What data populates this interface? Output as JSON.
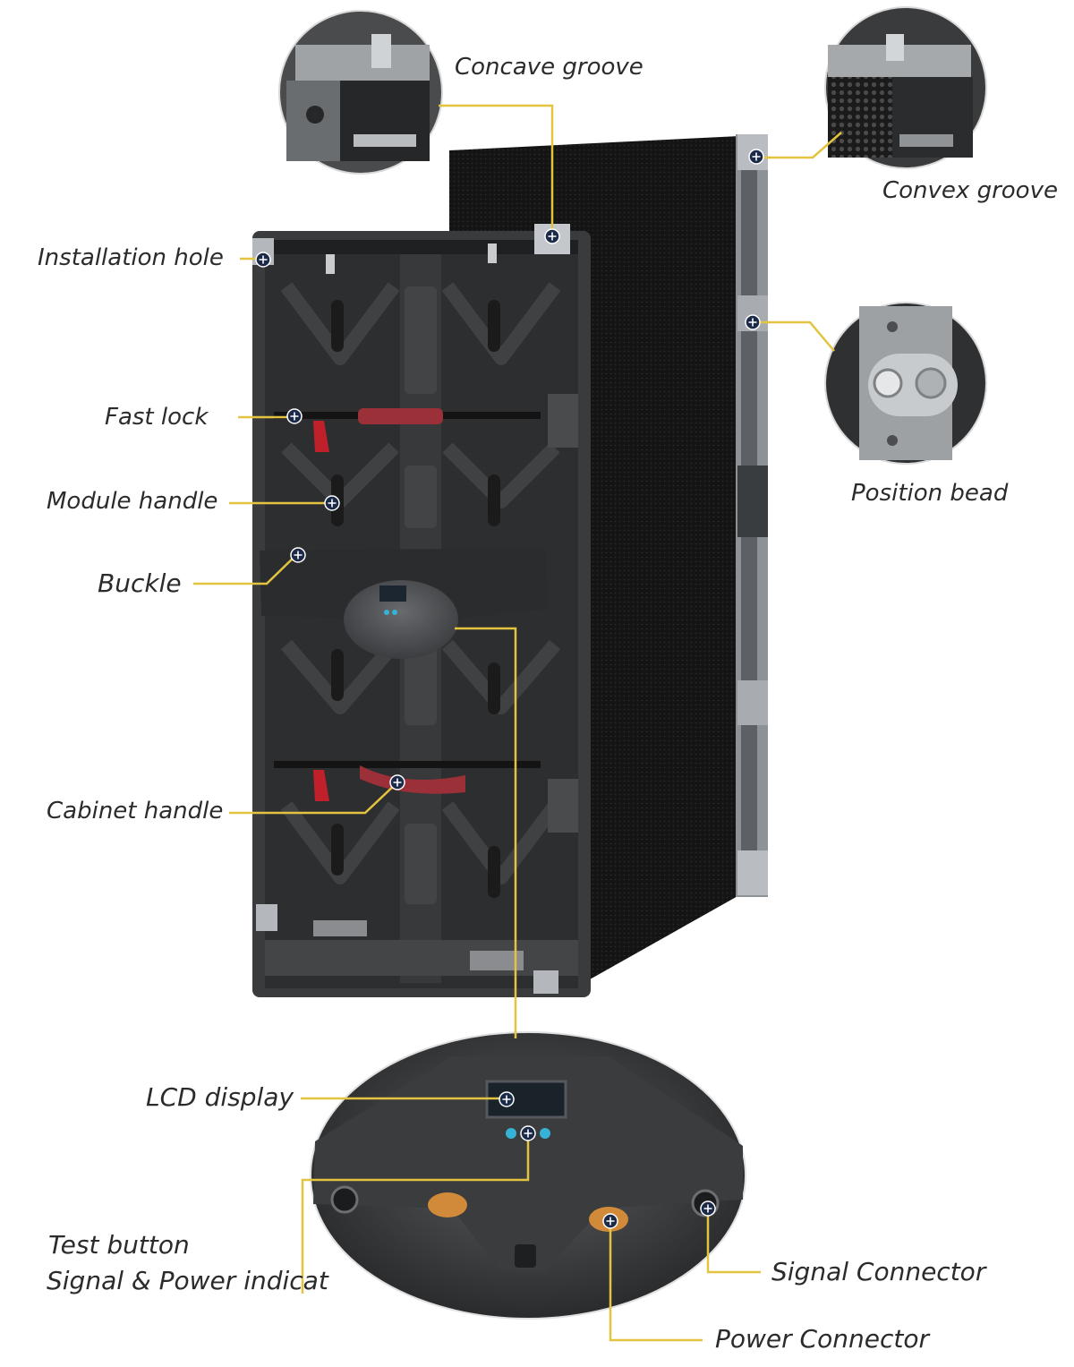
{
  "labels": {
    "concave_groove": "Concave groove",
    "convex_groove": "Convex groove",
    "installation_hole": "Installation hole",
    "position_bead": "Position bead",
    "fast_lock": "Fast lock",
    "module_handle": "Module handle",
    "buckle": "Buckle",
    "cabinet_handle": "Cabinet handle",
    "lcd_display": "LCD display",
    "test_button": "Test button",
    "signal_power_indicator": "Signal & Power indicat",
    "signal_connector": "Signal Connector",
    "power_connector": "Power Connector"
  },
  "colors": {
    "leader_line": "#e2c441",
    "marker_fill": "#1c2a4a",
    "cabinet_dark": "#2f2f31",
    "panel_black": "#151515",
    "handle_red": "#9c3038",
    "indicator_cyan": "#35b3d6"
  },
  "icons": {
    "marker": "plus-circle-icon"
  }
}
